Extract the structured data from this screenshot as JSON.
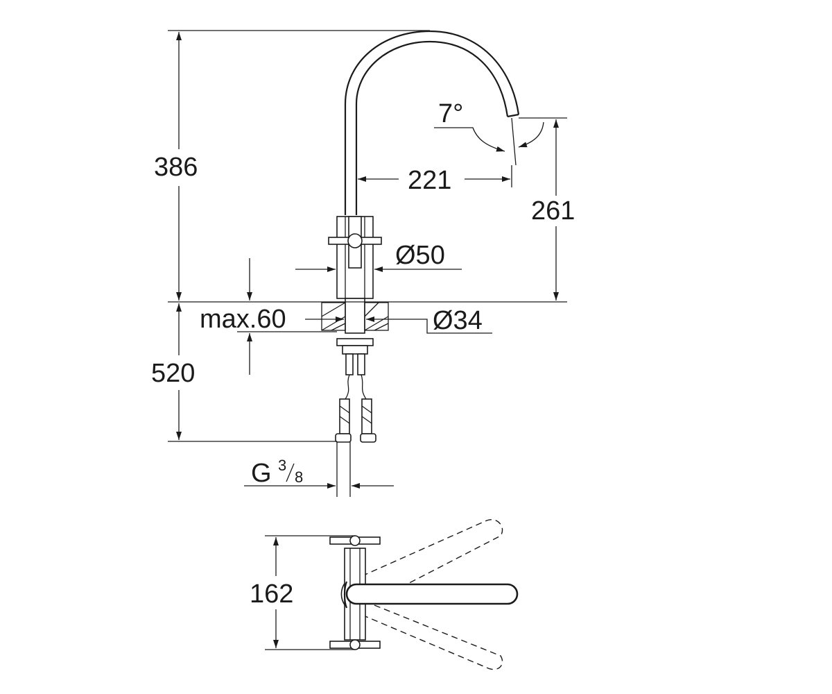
{
  "dimensions": {
    "total_height": "386",
    "spout_height": "261",
    "spout_reach": "221",
    "spout_angle": "7°",
    "base_diameter": "Ø50",
    "mount_diameter": "Ø34",
    "max_deck": "max.60",
    "hose_length": "520",
    "connection_g": "G",
    "connection_num": "3",
    "connection_den": "8",
    "handle_span": "162"
  },
  "colors": {
    "line": "#1a1a1a",
    "background": "#ffffff"
  }
}
